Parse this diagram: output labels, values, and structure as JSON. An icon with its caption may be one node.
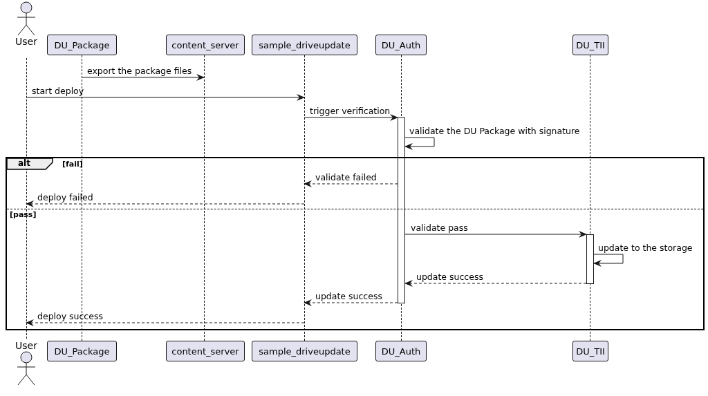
{
  "diagram": {
    "nodes": [
      {
        "text": [
          "User"
        ]
      },
      {
        "text": [
          "DU_Package"
        ]
      },
      {
        "text": [
          "content_server"
        ]
      },
      {
        "text": [
          "sample_driveupdate"
        ]
      },
      {
        "text": [
          "DU_Auth"
        ]
      },
      {
        "text": [
          "DU_TII"
        ]
      },
      {
        "text": [
          "User"
        ]
      },
      {
        "text": [
          "DU_Package"
        ]
      },
      {
        "text": [
          "content_server"
        ]
      },
      {
        "text": [
          "sample_driveupdate"
        ]
      },
      {
        "text": [
          "DU_Auth"
        ]
      },
      {
        "text": [
          "DU_TII"
        ]
      },
      {
        "text": [],
        "shape": "line"
      },
      {
        "text": [],
        "shape": "line"
      },
      {
        "text": [],
        "shape": "line"
      },
      {
        "text": [],
        "shape": "line"
      },
      {
        "text": [],
        "shape": "line"
      },
      {
        "text": [],
        "shape": "line"
      },
      {
        "text": [],
        "shape": "bar"
      },
      {
        "text": [
          "alt",
          "[fail]",
          "[pass]"
        ]
      },
      {
        "text": [],
        "shape": "bar",
        "in": 19
      }
    ],
    "edges": [
      {
        "from": 13,
        "to": 14,
        "arrow": "to",
        "label": "export the package files"
      },
      {
        "from": 12,
        "to": 15,
        "arrow": "to",
        "label": "start deploy"
      },
      {
        "from": 15,
        "to": 18,
        "arrow": "to",
        "label": "trigger verification"
      },
      {
        "from": 18,
        "to": 18,
        "arrow": "to",
        "label": "validate the DU Package with signature"
      },
      {
        "from": 18,
        "to": 15,
        "arrow": "to",
        "label": "validate failed",
        "style": "dashed"
      },
      {
        "from": 15,
        "to": 12,
        "arrow": "to",
        "label": "deploy failed",
        "style": "dashed"
      },
      {
        "from": 18,
        "to": 20,
        "arrow": "to",
        "label": "validate pass"
      },
      {
        "from": 20,
        "to": 20,
        "arrow": "to",
        "label": "update to the storage"
      },
      {
        "from": 20,
        "to": 18,
        "arrow": "to",
        "label": "update success",
        "style": "dashed"
      },
      {
        "from": 18,
        "to": 15,
        "arrow": "to",
        "label": "update success",
        "style": "dashed"
      },
      {
        "from": 15,
        "to": 12,
        "arrow": "to",
        "label": "deploy success",
        "style": "dashed"
      }
    ]
  }
}
